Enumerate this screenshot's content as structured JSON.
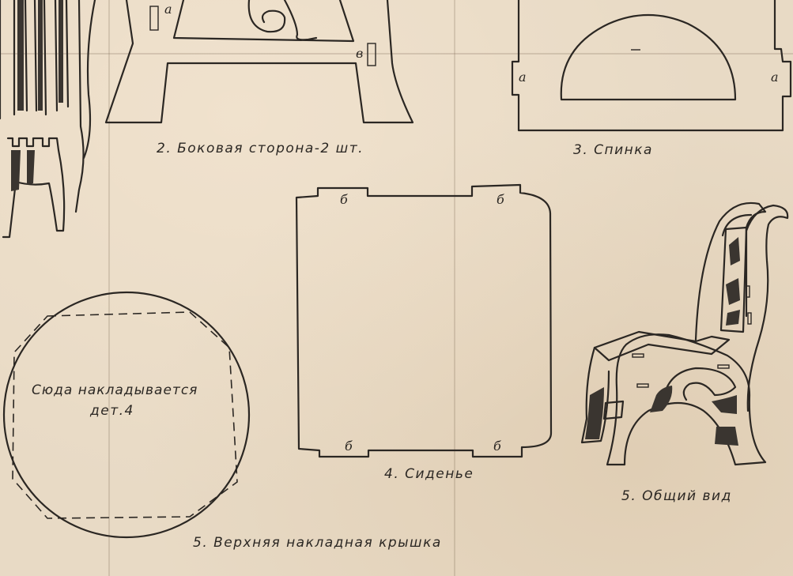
{
  "labels": {
    "side": "2. Боковая сторона-2 шт.",
    "back": "3. Спинка",
    "seat": "4. Сиденье",
    "cover": "5. Верхняя накладная крышка",
    "overall": "5. Общий вид",
    "cover_note_line1": "Сюда накладывается",
    "cover_note_line2": "дет.4"
  },
  "marks": {
    "a": "а",
    "b": "б",
    "v": "в"
  }
}
